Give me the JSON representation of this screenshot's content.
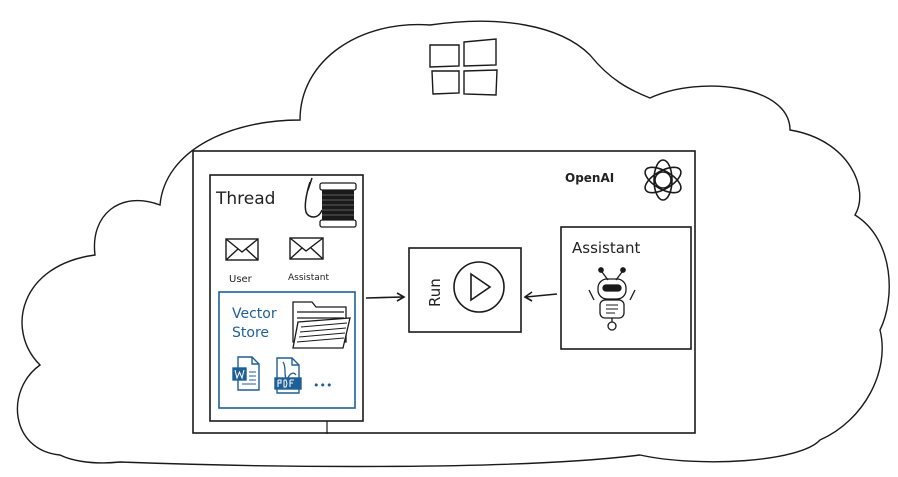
{
  "diagram": {
    "provider_label": "OpenAI",
    "thread": {
      "title": "Thread",
      "messages": [
        {
          "label": "User"
        },
        {
          "label": "Assistant"
        }
      ],
      "vector_store": {
        "title_line1": "Vector",
        "title_line2": "Store",
        "ellipsis": "•••",
        "file_types": [
          "word-doc",
          "pdf"
        ]
      }
    },
    "run": {
      "label": "Run"
    },
    "assistant": {
      "title": "Assistant"
    },
    "colors": {
      "ink": "#1a1a1a",
      "vector_store_blue": "#1f5f96",
      "background": "#ffffff"
    }
  }
}
